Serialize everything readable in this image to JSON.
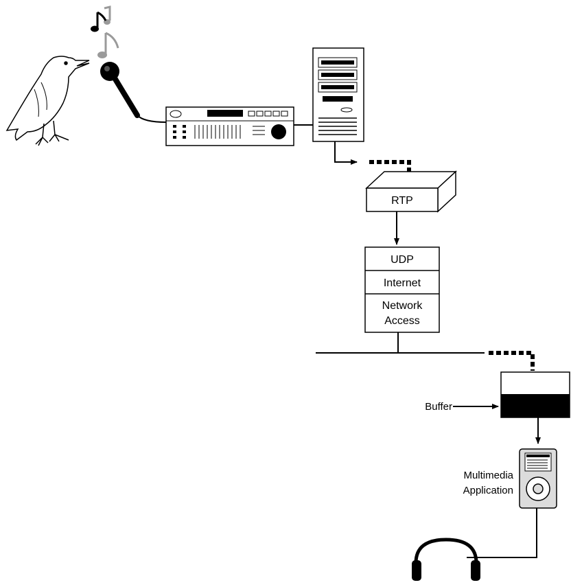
{
  "labels": {
    "rtp": "RTP",
    "udp": "UDP",
    "internet": "Internet",
    "network_access_line1": "Network",
    "network_access_line2": "Access",
    "buffer": "Buffer",
    "multimedia_line1": "Multimedia",
    "multimedia_line2": "Application"
  },
  "icons": [
    "music-notes-icon",
    "bird-icon",
    "microphone-icon",
    "audio-mixer-icon",
    "computer-tower-icon",
    "media-player-icon",
    "headphones-icon"
  ],
  "colors": {
    "stroke": "#000000",
    "fill": "#ffffff",
    "player_body": "#dcdcdc",
    "note_gray": "#9a9a9a"
  }
}
